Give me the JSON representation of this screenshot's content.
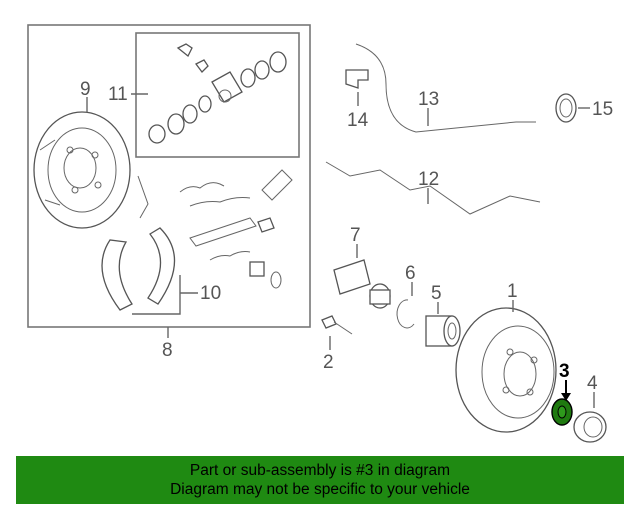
{
  "callouts": {
    "c1": "1",
    "c2": "2",
    "c3": "3",
    "c4": "4",
    "c5": "5",
    "c6": "6",
    "c7": "7",
    "c8": "8",
    "c9": "9",
    "c10": "10",
    "c11": "11",
    "c12": "12",
    "c13": "13",
    "c14": "14",
    "c15": "15"
  },
  "highlight": {
    "color": "#1f7a10",
    "callout": "3"
  },
  "banner": {
    "line1": "Part or sub-assembly is #3 in diagram",
    "line2": "Diagram may not be specific to your vehicle",
    "color": "#1f8a12"
  }
}
